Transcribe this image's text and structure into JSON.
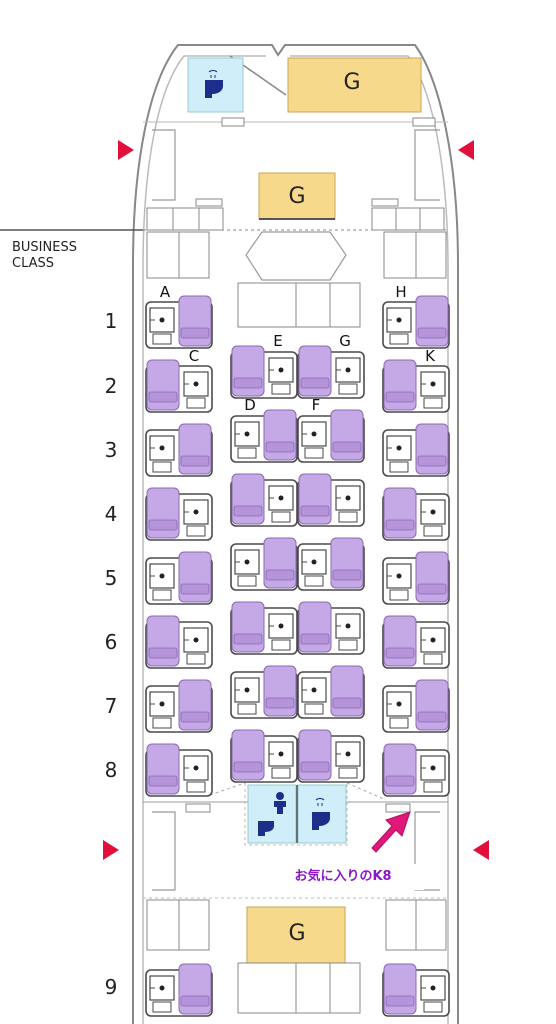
{
  "cabin": {
    "class_label_line1": "BUSINESS",
    "class_label_line2": "CLASS",
    "galley_label": "G",
    "favorite_label": "お気に入りのK8"
  },
  "columns": [
    "A",
    "C",
    "D",
    "E",
    "F",
    "G",
    "H",
    "K"
  ],
  "rows": [
    "1",
    "2",
    "3",
    "4",
    "5",
    "6",
    "7",
    "8",
    "9"
  ],
  "colors": {
    "seat_purple": "#c5a8e6",
    "seat_outline": "#4a4a4a",
    "galley": "#f7d98b",
    "lavatory": "#cfeefa",
    "exit_arrow": "#e0103a",
    "favorite_arrow": "#e0187a",
    "favorite_text": "#8a18c8"
  },
  "icons": [
    "lavatory-icon",
    "baby-changing-icon",
    "exit-arrow-icon",
    "favorite-arrow-icon",
    "recliner-seat-icon"
  ]
}
